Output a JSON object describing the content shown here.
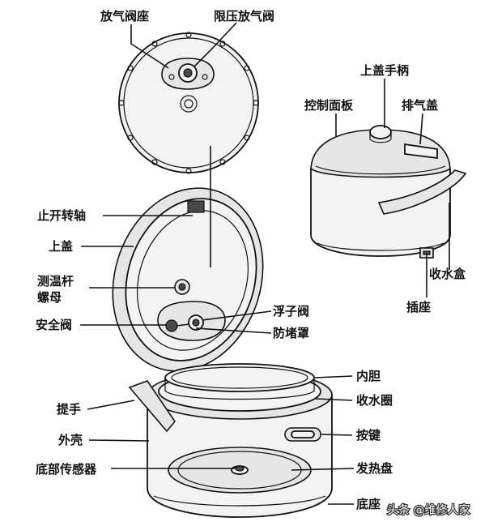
{
  "labels": {
    "vent_valve_seat": "放气阀座",
    "pressure_limit_valve": "限压放气阀",
    "lid_handle": "上盖手柄",
    "control_panel": "控制面板",
    "exhaust_cover": "排气盖",
    "hinge_shaft": "止开转轴",
    "upper_lid": "上盖",
    "temp_rod_nut_1": "测温杆",
    "temp_rod_nut_2": "螺母",
    "water_box": "收水盒",
    "safety_valve": "安全阀",
    "float_valve": "浮子阀",
    "socket": "插座",
    "anti_block_cover": "防堵罩",
    "inner_pot": "内胆",
    "handle": "提手",
    "water_ring": "收水圈",
    "outer_shell": "外壳",
    "button": "按键",
    "bottom_sensor": "底部传感器",
    "heating_plate": "发热盘",
    "base": "底座"
  },
  "watermark": "头条 @维修人家"
}
